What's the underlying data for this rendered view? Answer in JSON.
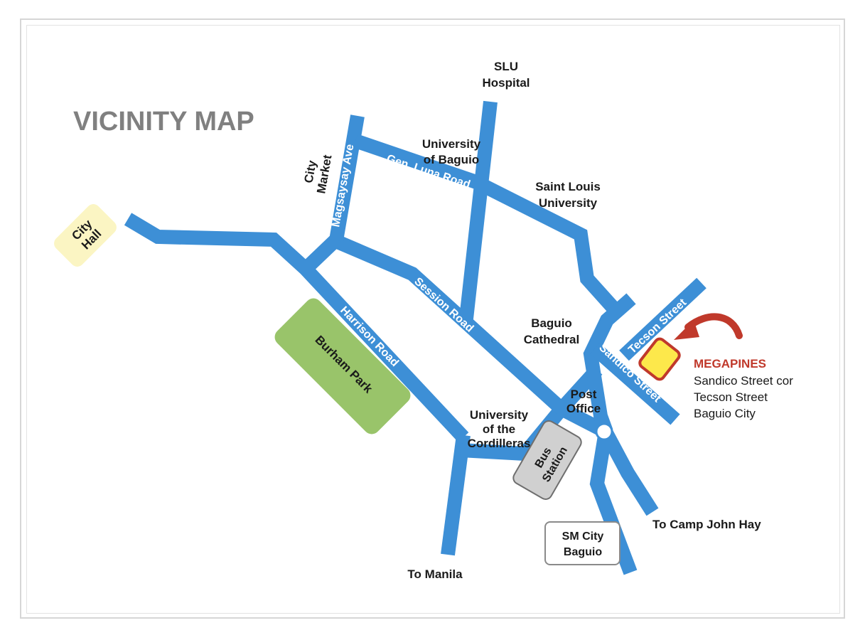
{
  "title": "VICINITY MAP",
  "colors": {
    "road": "#3d8fd6",
    "park": "#99c46a",
    "city_hall": "#fbf5c3",
    "bus_station": "#d0d0d0",
    "megapines_fill": "#fde84b",
    "megapines_border": "#c0392b",
    "title": "#808080"
  },
  "roads": {
    "magsaysay": "Magsaysay Ave",
    "gen_luna": "Gen. Luna Road",
    "session": "Session Road",
    "harrison": "Harrison Road",
    "tecson": "Tecson Street",
    "sandico": "Sandico Street"
  },
  "places": {
    "slu_hospital": [
      "SLU",
      "Hospital"
    ],
    "university_of_baguio": [
      "University",
      "of Baguio"
    ],
    "saint_louis_university": [
      "Saint Louis",
      "University"
    ],
    "city_market": [
      "City",
      "Market"
    ],
    "city_hall": [
      "City",
      "Hall"
    ],
    "burham_park": "Burham Park",
    "baguio_cathedral": [
      "Baguio",
      "Cathedral"
    ],
    "post_office": [
      "Post",
      "Office"
    ],
    "university_of_the_cordilleras": [
      "University",
      "of the",
      "Cordilleras"
    ],
    "bus_station": [
      "Bus",
      "Station"
    ],
    "sm_city_baguio": [
      "SM City",
      "Baguio"
    ],
    "to_manila": "To Manila",
    "to_camp_john_hay": "To Camp John Hay"
  },
  "megapines": {
    "name": "MEGAPINES",
    "address": [
      "Sandico Street cor",
      "Tecson Street",
      "Baguio City"
    ]
  }
}
